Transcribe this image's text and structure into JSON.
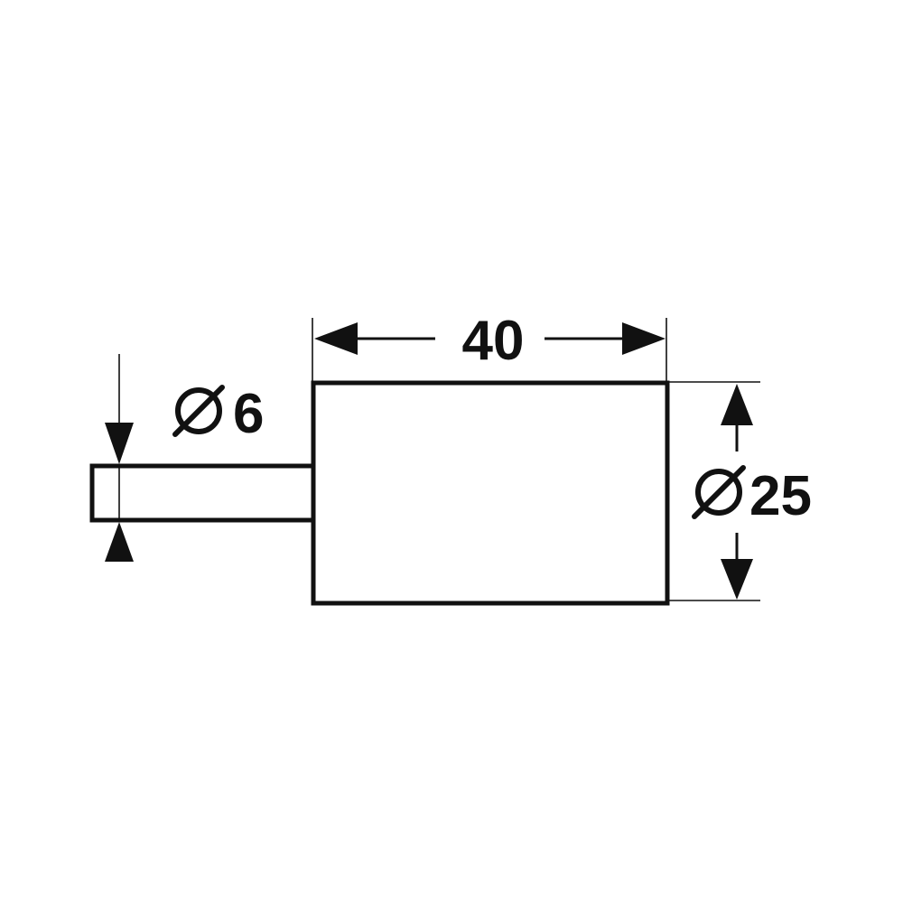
{
  "dimensions": {
    "body_length": {
      "value": "40"
    },
    "body_diameter": {
      "symbol": "diameter-icon",
      "value": "25"
    },
    "shank_diameter": {
      "symbol": "diameter-icon",
      "value": "6"
    }
  },
  "colors": {
    "line": "#111111",
    "background": "#ffffff"
  }
}
